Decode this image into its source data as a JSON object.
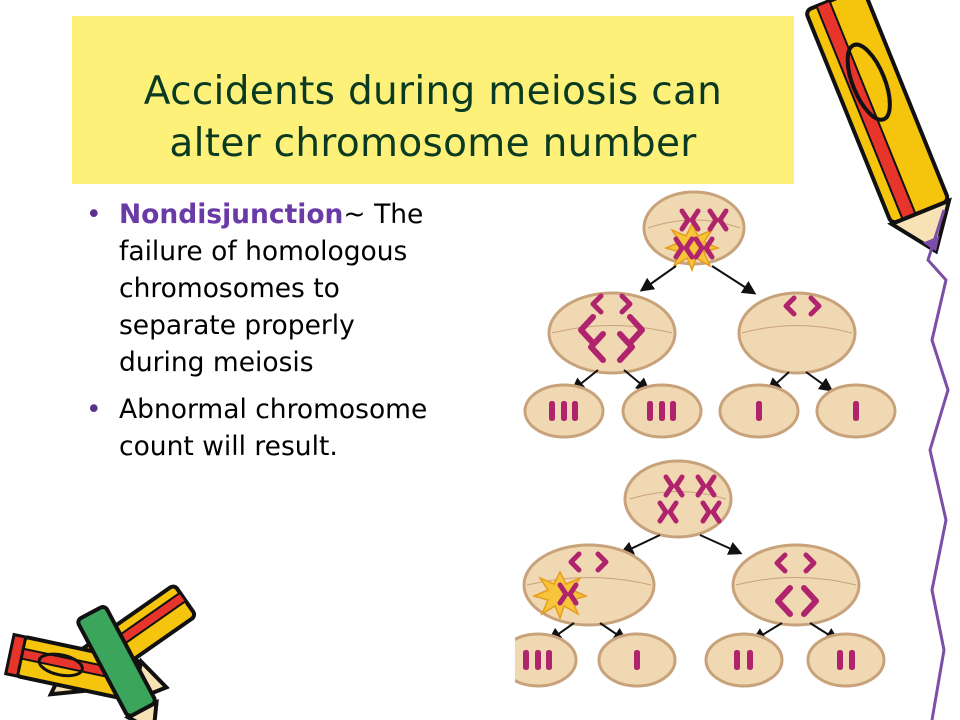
{
  "slide": {
    "title_line1": "Accidents during meiosis can",
    "title_line2": "alter chromosome number",
    "bullets": [
      {
        "term": "Nondisjunction",
        "separator": "~",
        "text": "The failure of homologous chromosomes to separate properly during meiosis"
      },
      {
        "text": "Abnormal chromosome count will result."
      }
    ],
    "bullet_glyph": "•"
  },
  "colors": {
    "title_band": "#fef17a",
    "title_text": "#0b3a22",
    "term": "#6a3aa6",
    "cell_fill": "#f0d9b2",
    "cell_outline": "#c8a27a",
    "chromosome": "#b0246e",
    "nondisjunction_burst": "#f6c53a",
    "pencil_yellow": "#f5c40c",
    "pencil_red": "#e8352b",
    "pencil_purple": "#7d4ea8"
  },
  "icons": {
    "diagram": "meiosis-nondisjunction-diagram",
    "decoration_right": "pencil-icon",
    "decoration_left": "pencils-icon"
  }
}
